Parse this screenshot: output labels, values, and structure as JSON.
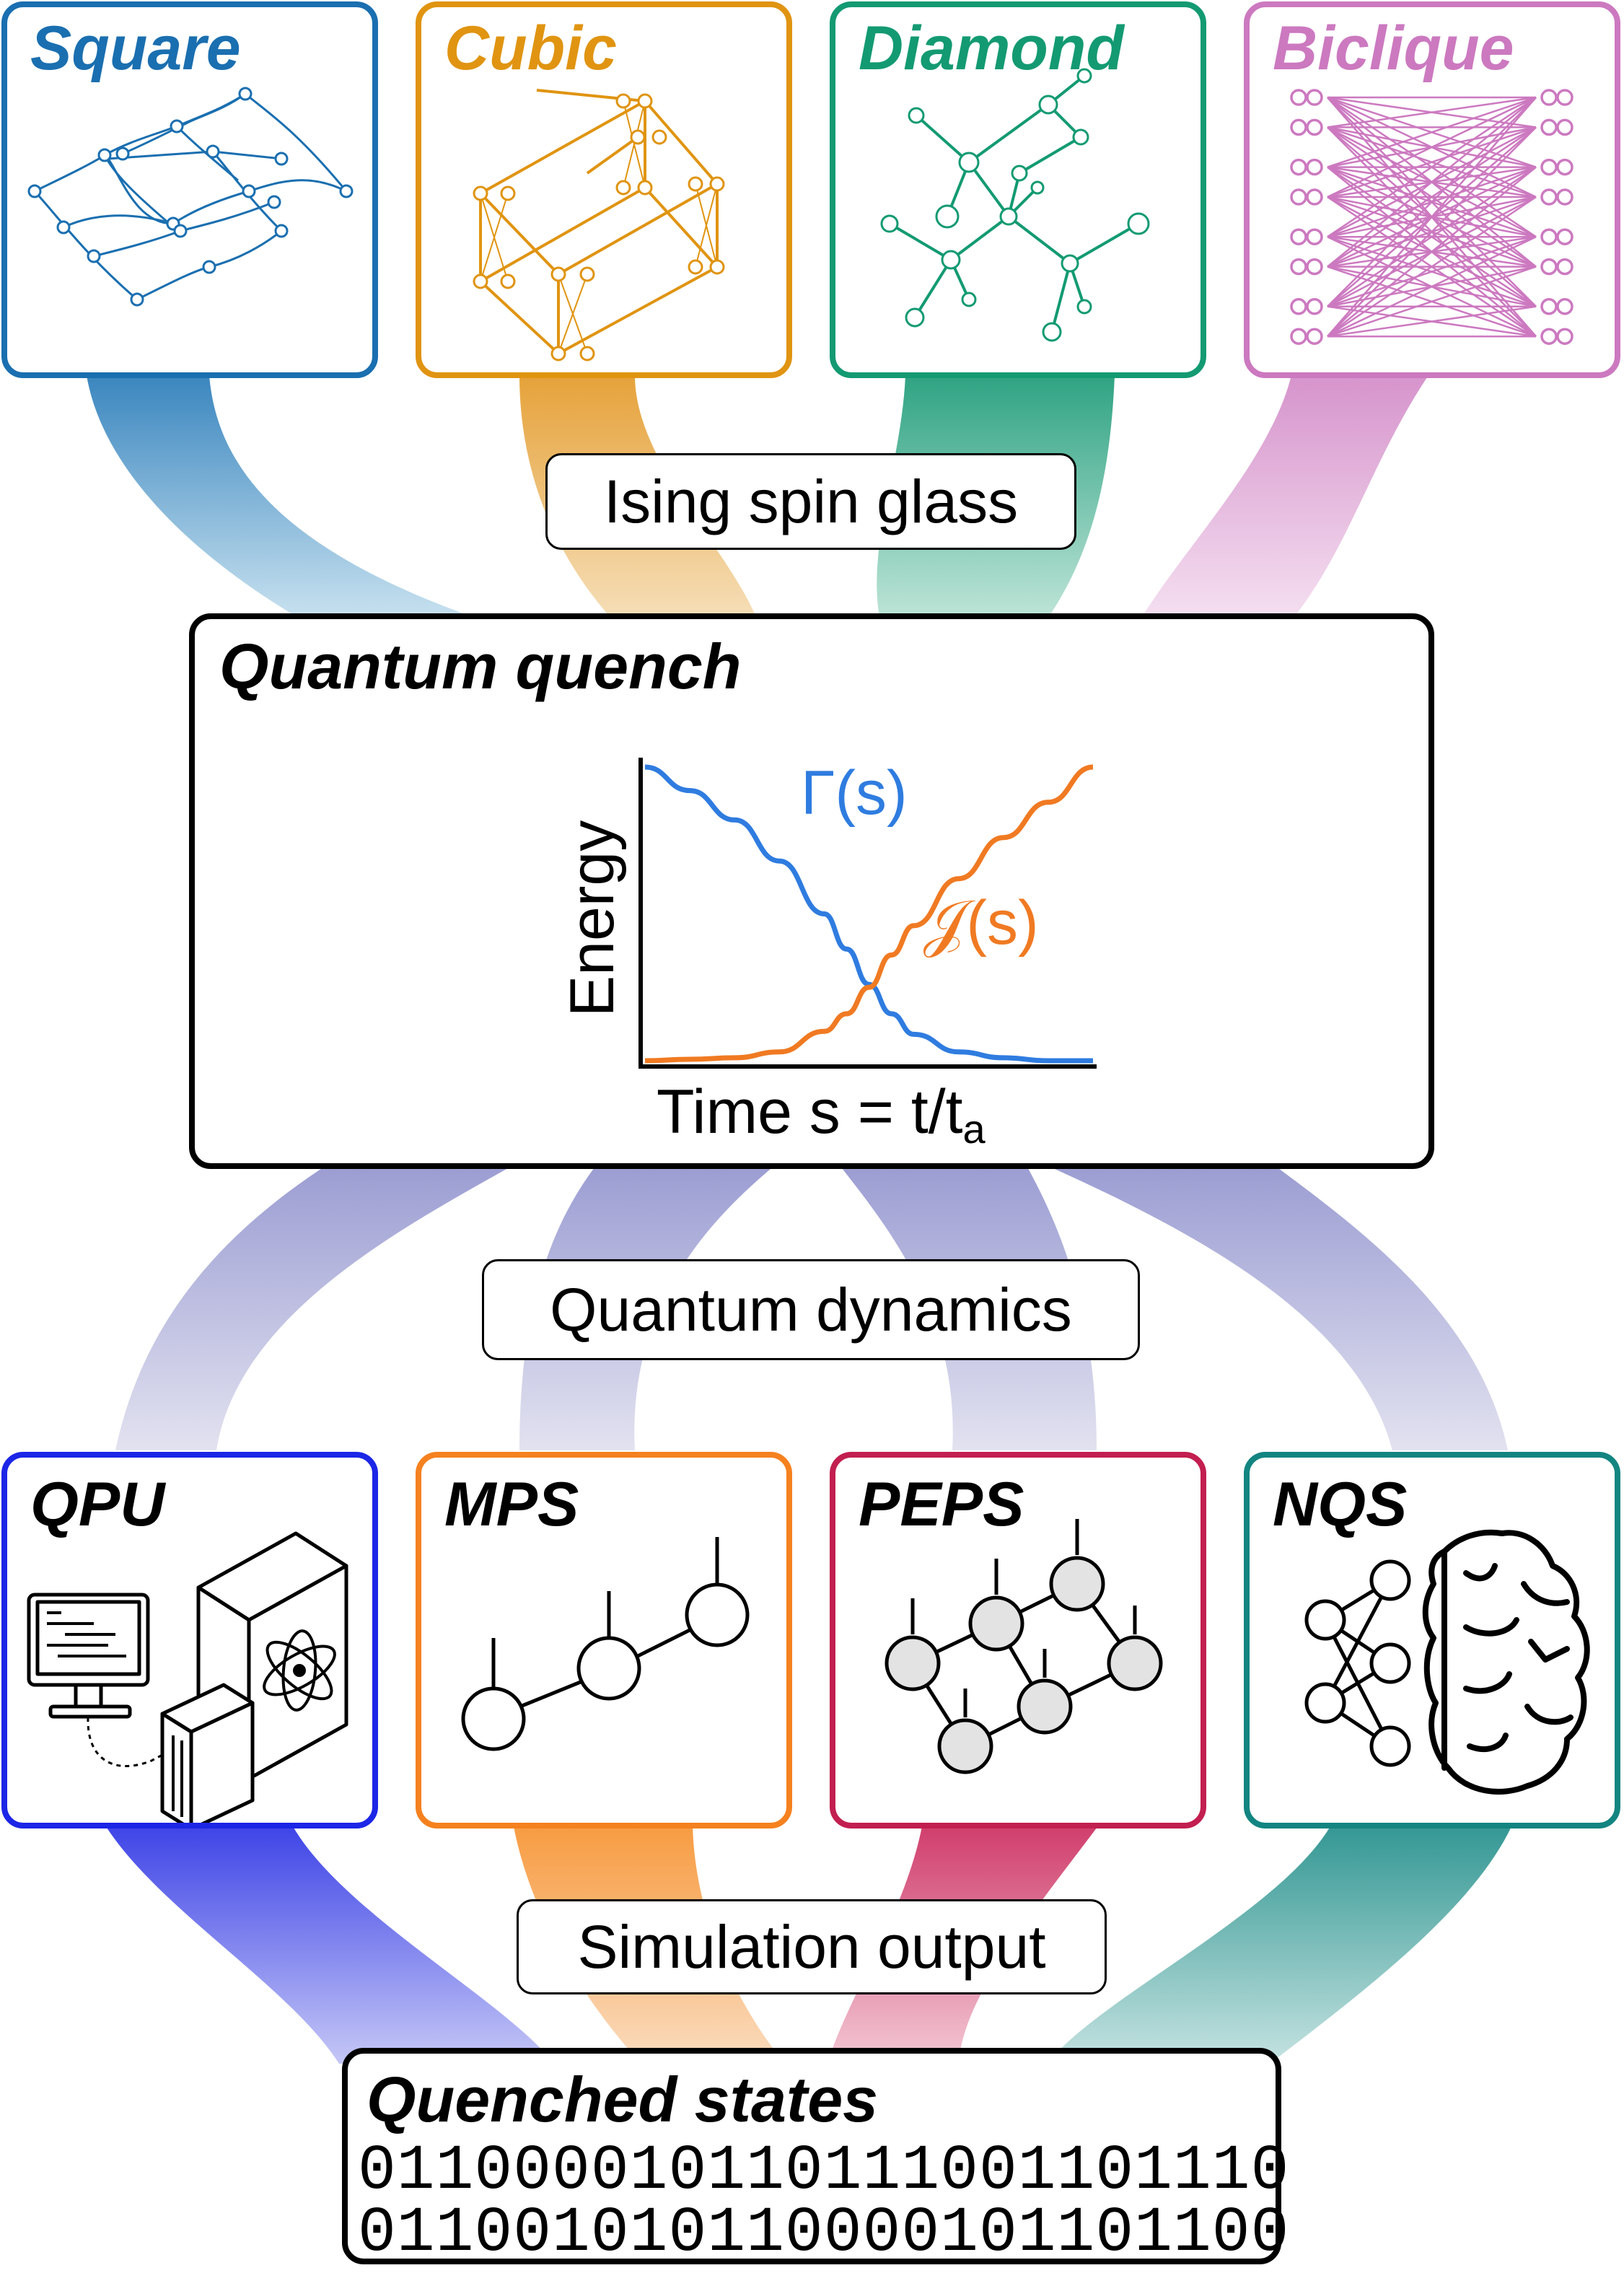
{
  "lattices": [
    {
      "title": "Square",
      "color": "#1a6fb0",
      "icon": "square-lattice-icon"
    },
    {
      "title": "Cubic",
      "color": "#e09411",
      "icon": "cubic-lattice-icon"
    },
    {
      "title": "Diamond",
      "color": "#139a72",
      "icon": "diamond-lattice-icon"
    },
    {
      "title": "Biclique",
      "color": "#cc79c0",
      "icon": "biclique-graph-icon"
    }
  ],
  "labels": {
    "ising": "Ising spin glass",
    "dynamics": "Quantum dynamics",
    "output": "Simulation output"
  },
  "quench": {
    "title": "Quantum quench",
    "ylabel": "Energy",
    "xlabel": "Time s = t/t",
    "xlabel_sub": "a",
    "gamma_label": "Γ(s)",
    "j_label": "𝒥(s)",
    "gamma_color": "#2f7ce0",
    "j_color": "#f07a22"
  },
  "chart_data": {
    "type": "line",
    "xlabel": "Time s = t/ta",
    "ylabel": "Energy",
    "x": [
      0,
      0.1,
      0.2,
      0.3,
      0.4,
      0.45,
      0.5,
      0.55,
      0.6,
      0.7,
      0.8,
      0.9,
      1.0
    ],
    "series": [
      {
        "name": "Γ(s)",
        "values": [
          1.0,
          0.92,
          0.82,
          0.68,
          0.5,
          0.38,
          0.26,
          0.16,
          0.09,
          0.03,
          0.01,
          0.0,
          0.0
        ]
      },
      {
        "name": "𝒥(s)",
        "values": [
          0.0,
          0.005,
          0.01,
          0.03,
          0.1,
          0.16,
          0.25,
          0.36,
          0.46,
          0.62,
          0.76,
          0.88,
          1.0
        ]
      }
    ]
  },
  "methods": [
    {
      "title": "QPU",
      "color": "#1c26e6",
      "icon": "quantum-computer-icon"
    },
    {
      "title": "MPS",
      "color": "#f5811f",
      "icon": "matrix-product-state-icon"
    },
    {
      "title": "PEPS",
      "color": "#c21f50",
      "icon": "peps-network-icon"
    },
    {
      "title": "NQS",
      "color": "#138581",
      "icon": "neural-network-brain-icon"
    }
  ],
  "states": {
    "title": "Quenched states",
    "row1": "011000010110111001101110",
    "row2": "011001010110000101101100"
  }
}
